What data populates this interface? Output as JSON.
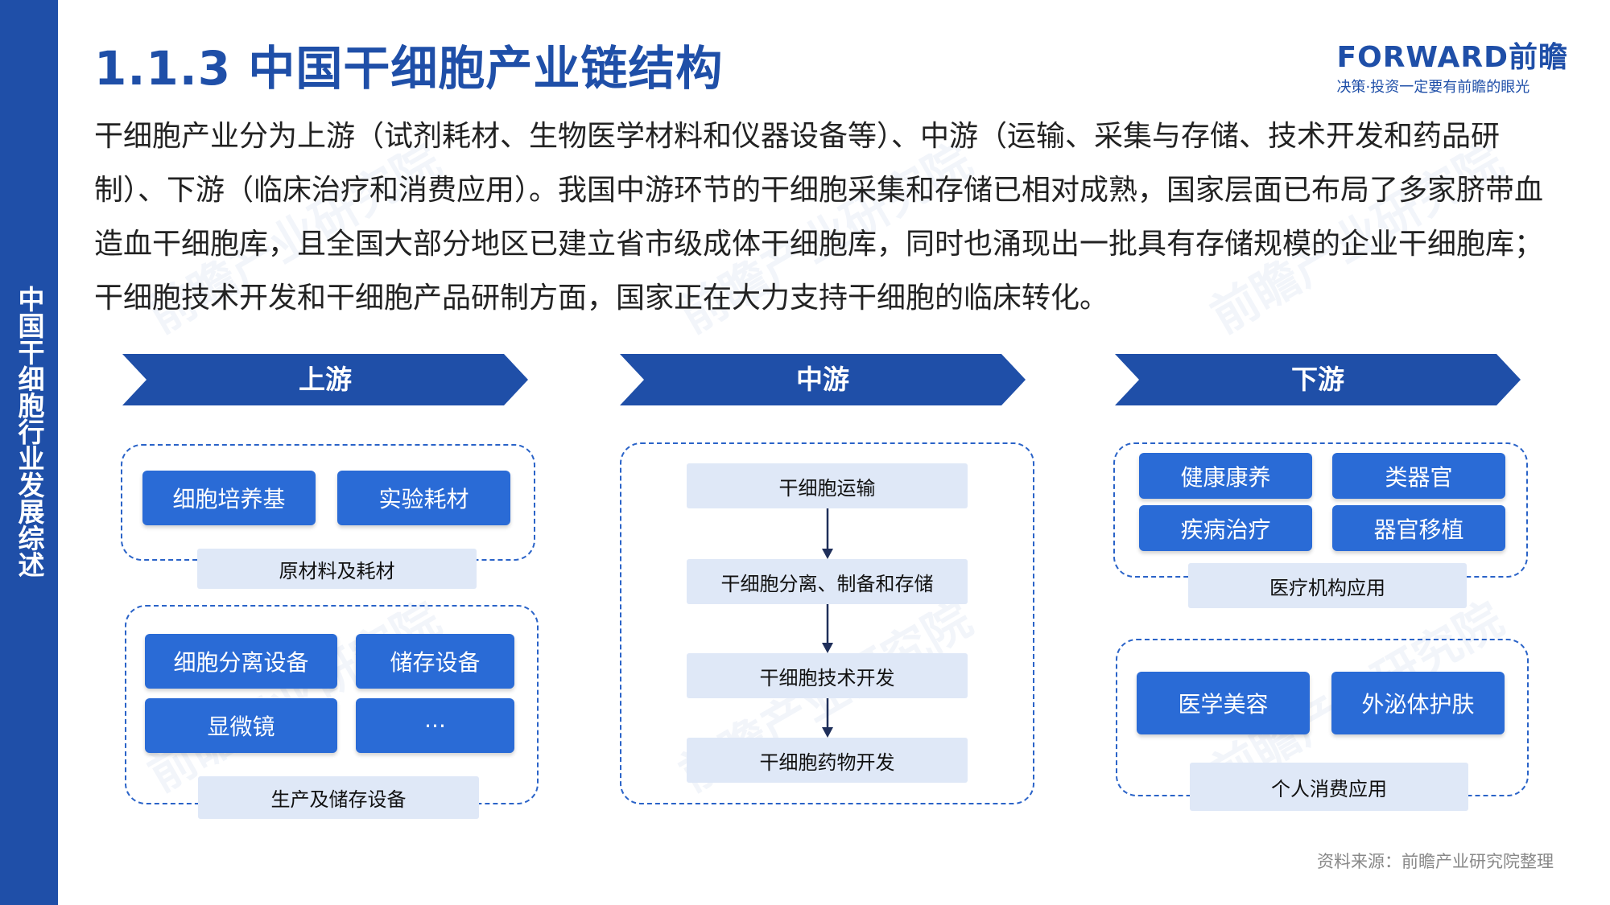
{
  "sidebar": {
    "label": "中国干细胞行业发展综述"
  },
  "header": {
    "title": "1.1.3 中国干细胞产业链结构"
  },
  "logo": {
    "name": "FORWARD前瞻",
    "tagline": "决策·投资一定要有前瞻的眼光"
  },
  "intro": "干细胞产业分为上游（试剂耗材、生物医学材料和仪器设备等）、中游（运输、采集与存储、技术开发和药品研制）、下游（临床治疗和消费应用）。我国中游环节的干细胞采集和存储已相对成熟，国家层面已布局了多家脐带血造血干细胞库，且全国大部分地区已建立省市级成体干细胞库，同时也涌现出一批具有存储规模的企业干细胞库；干细胞技术开发和干细胞产品研制方面，国家正在大力支持干细胞的临床转化。",
  "upstream": {
    "title": "上游",
    "group1": {
      "items": [
        "细胞培养基",
        "实验耗材"
      ],
      "label": "原材料及耗材"
    },
    "group2": {
      "items": [
        "细胞分离设备",
        "储存设备",
        "显微镜",
        "···"
      ],
      "label": "生产及储存设备"
    }
  },
  "midstream": {
    "title": "中游",
    "steps": [
      "干细胞运输",
      "干细胞分离、制备和存储",
      "干细胞技术开发",
      "干细胞药物开发"
    ]
  },
  "downstream": {
    "title": "下游",
    "group1": {
      "items": [
        "健康康养",
        "类器官",
        "疾病治疗",
        "器官移植"
      ],
      "label": "医疗机构应用"
    },
    "group2": {
      "items": [
        "医学美容",
        "外泌体护肤"
      ],
      "label": "个人消费应用"
    }
  },
  "source": "资料来源：前瞻产业研究院整理",
  "colors": {
    "primary": "#1f4fa8",
    "button": "#2a6bd6",
    "label_bg": "#dfe8f7",
    "dash": "#2a63c8"
  }
}
